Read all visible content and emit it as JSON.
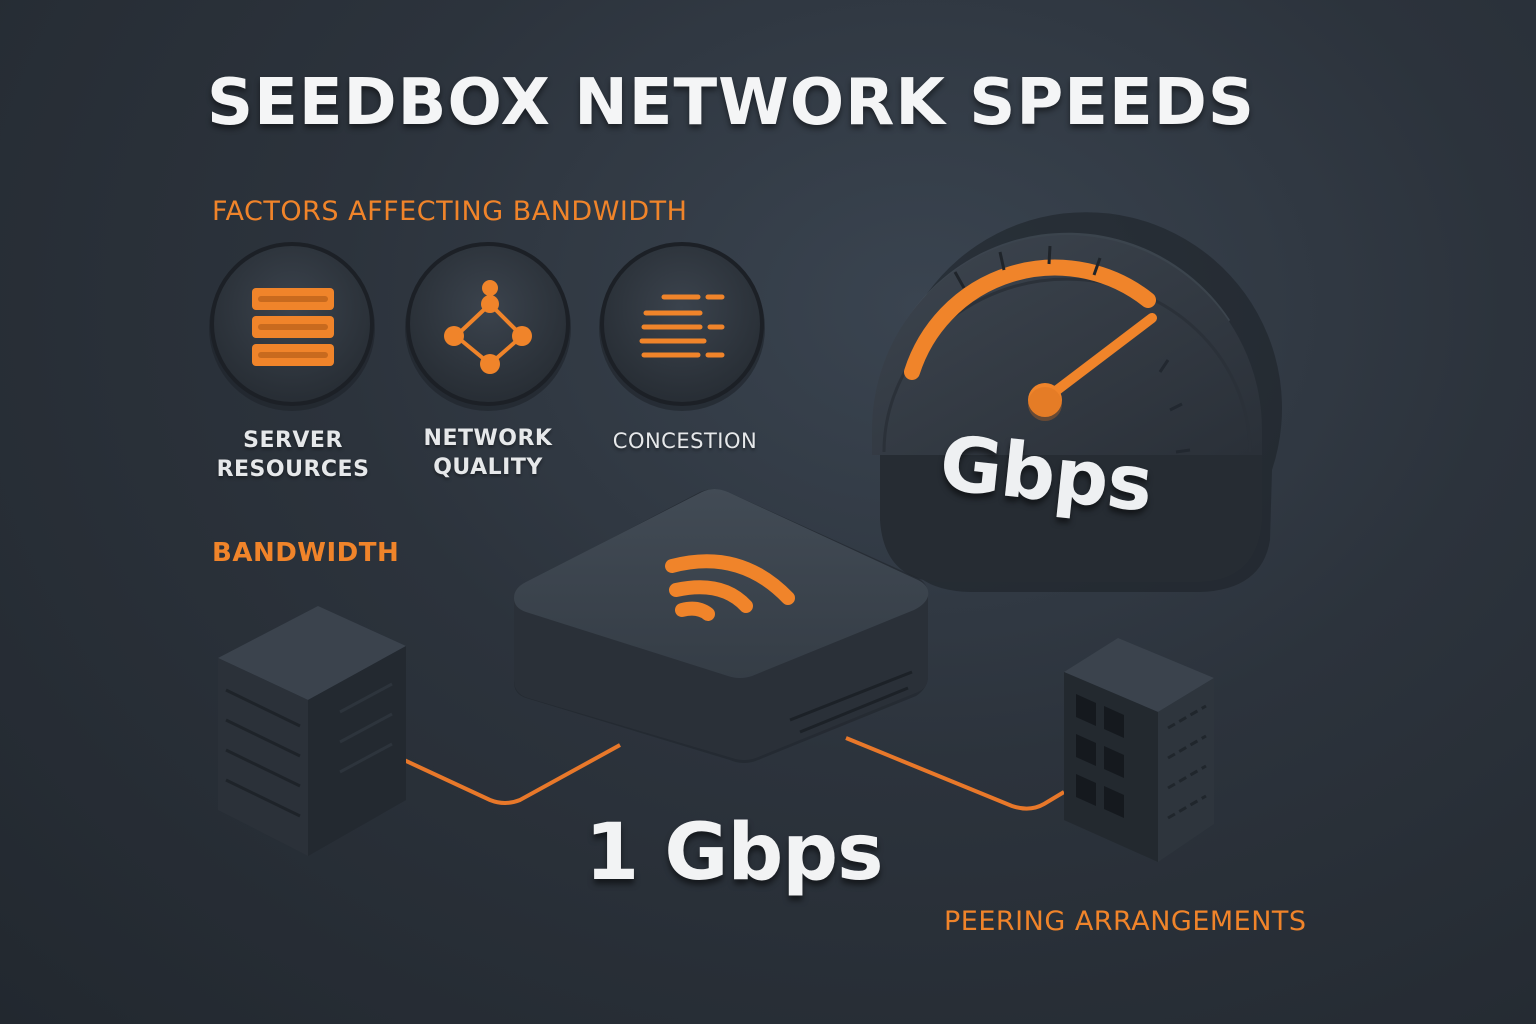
{
  "title": "SEEDBOX NETWORK SPEEDS",
  "factors_heading": "FACTORS AFFECTING BANDWIDTH",
  "factors": [
    {
      "label": "SERVER\nRESOURCES",
      "icon": "server-stack-icon"
    },
    {
      "label": "NETWORK\nQUALITY",
      "icon": "network-nodes-icon"
    },
    {
      "label": "CONCESTION",
      "icon": "congestion-lines-icon"
    }
  ],
  "bandwidth_label": "BANDWIDTH",
  "gauge": {
    "unit_label": "Gbps",
    "icon": "speedometer-icon"
  },
  "router": {
    "icon": "wifi-signal-icon"
  },
  "link_speed": "1 Gbps",
  "peering_label": "PEERING ARRANGEMENTS",
  "colors": {
    "accent": "#f0842a",
    "background": "#2c333c",
    "text": "#f4f5f6"
  }
}
